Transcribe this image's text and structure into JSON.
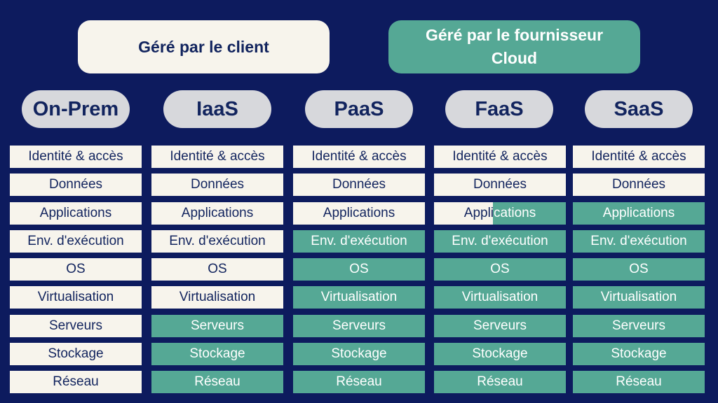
{
  "legend": {
    "client": "Géré par le client",
    "provider": "Géré par le fournisseur Cloud"
  },
  "colors": {
    "background": "#0d1b5e",
    "client": "#f7f4ec",
    "provider": "#55a895",
    "header": "#d7d8dc",
    "text_dark": "#12245e"
  },
  "layers": [
    "Identité & accès",
    "Données",
    "Applications",
    "Env. d'exécution",
    "OS",
    "Virtualisation",
    "Serveurs",
    "Stockage",
    "Réseau"
  ],
  "applications_split": {
    "head": "Appli",
    "tail": "cations"
  },
  "columns": [
    {
      "name": "On-Prem",
      "managed": [
        "client",
        "client",
        "client",
        "client",
        "client",
        "client",
        "client",
        "client",
        "client"
      ]
    },
    {
      "name": "IaaS",
      "managed": [
        "client",
        "client",
        "client",
        "client",
        "client",
        "client",
        "provider",
        "provider",
        "provider"
      ]
    },
    {
      "name": "PaaS",
      "managed": [
        "client",
        "client",
        "client",
        "provider",
        "provider",
        "provider",
        "provider",
        "provider",
        "provider"
      ]
    },
    {
      "name": "FaaS",
      "managed": [
        "client",
        "client",
        "split",
        "provider",
        "provider",
        "provider",
        "provider",
        "provider",
        "provider"
      ]
    },
    {
      "name": "SaaS",
      "managed": [
        "client",
        "client",
        "provider",
        "provider",
        "provider",
        "provider",
        "provider",
        "provider",
        "provider"
      ]
    }
  ]
}
